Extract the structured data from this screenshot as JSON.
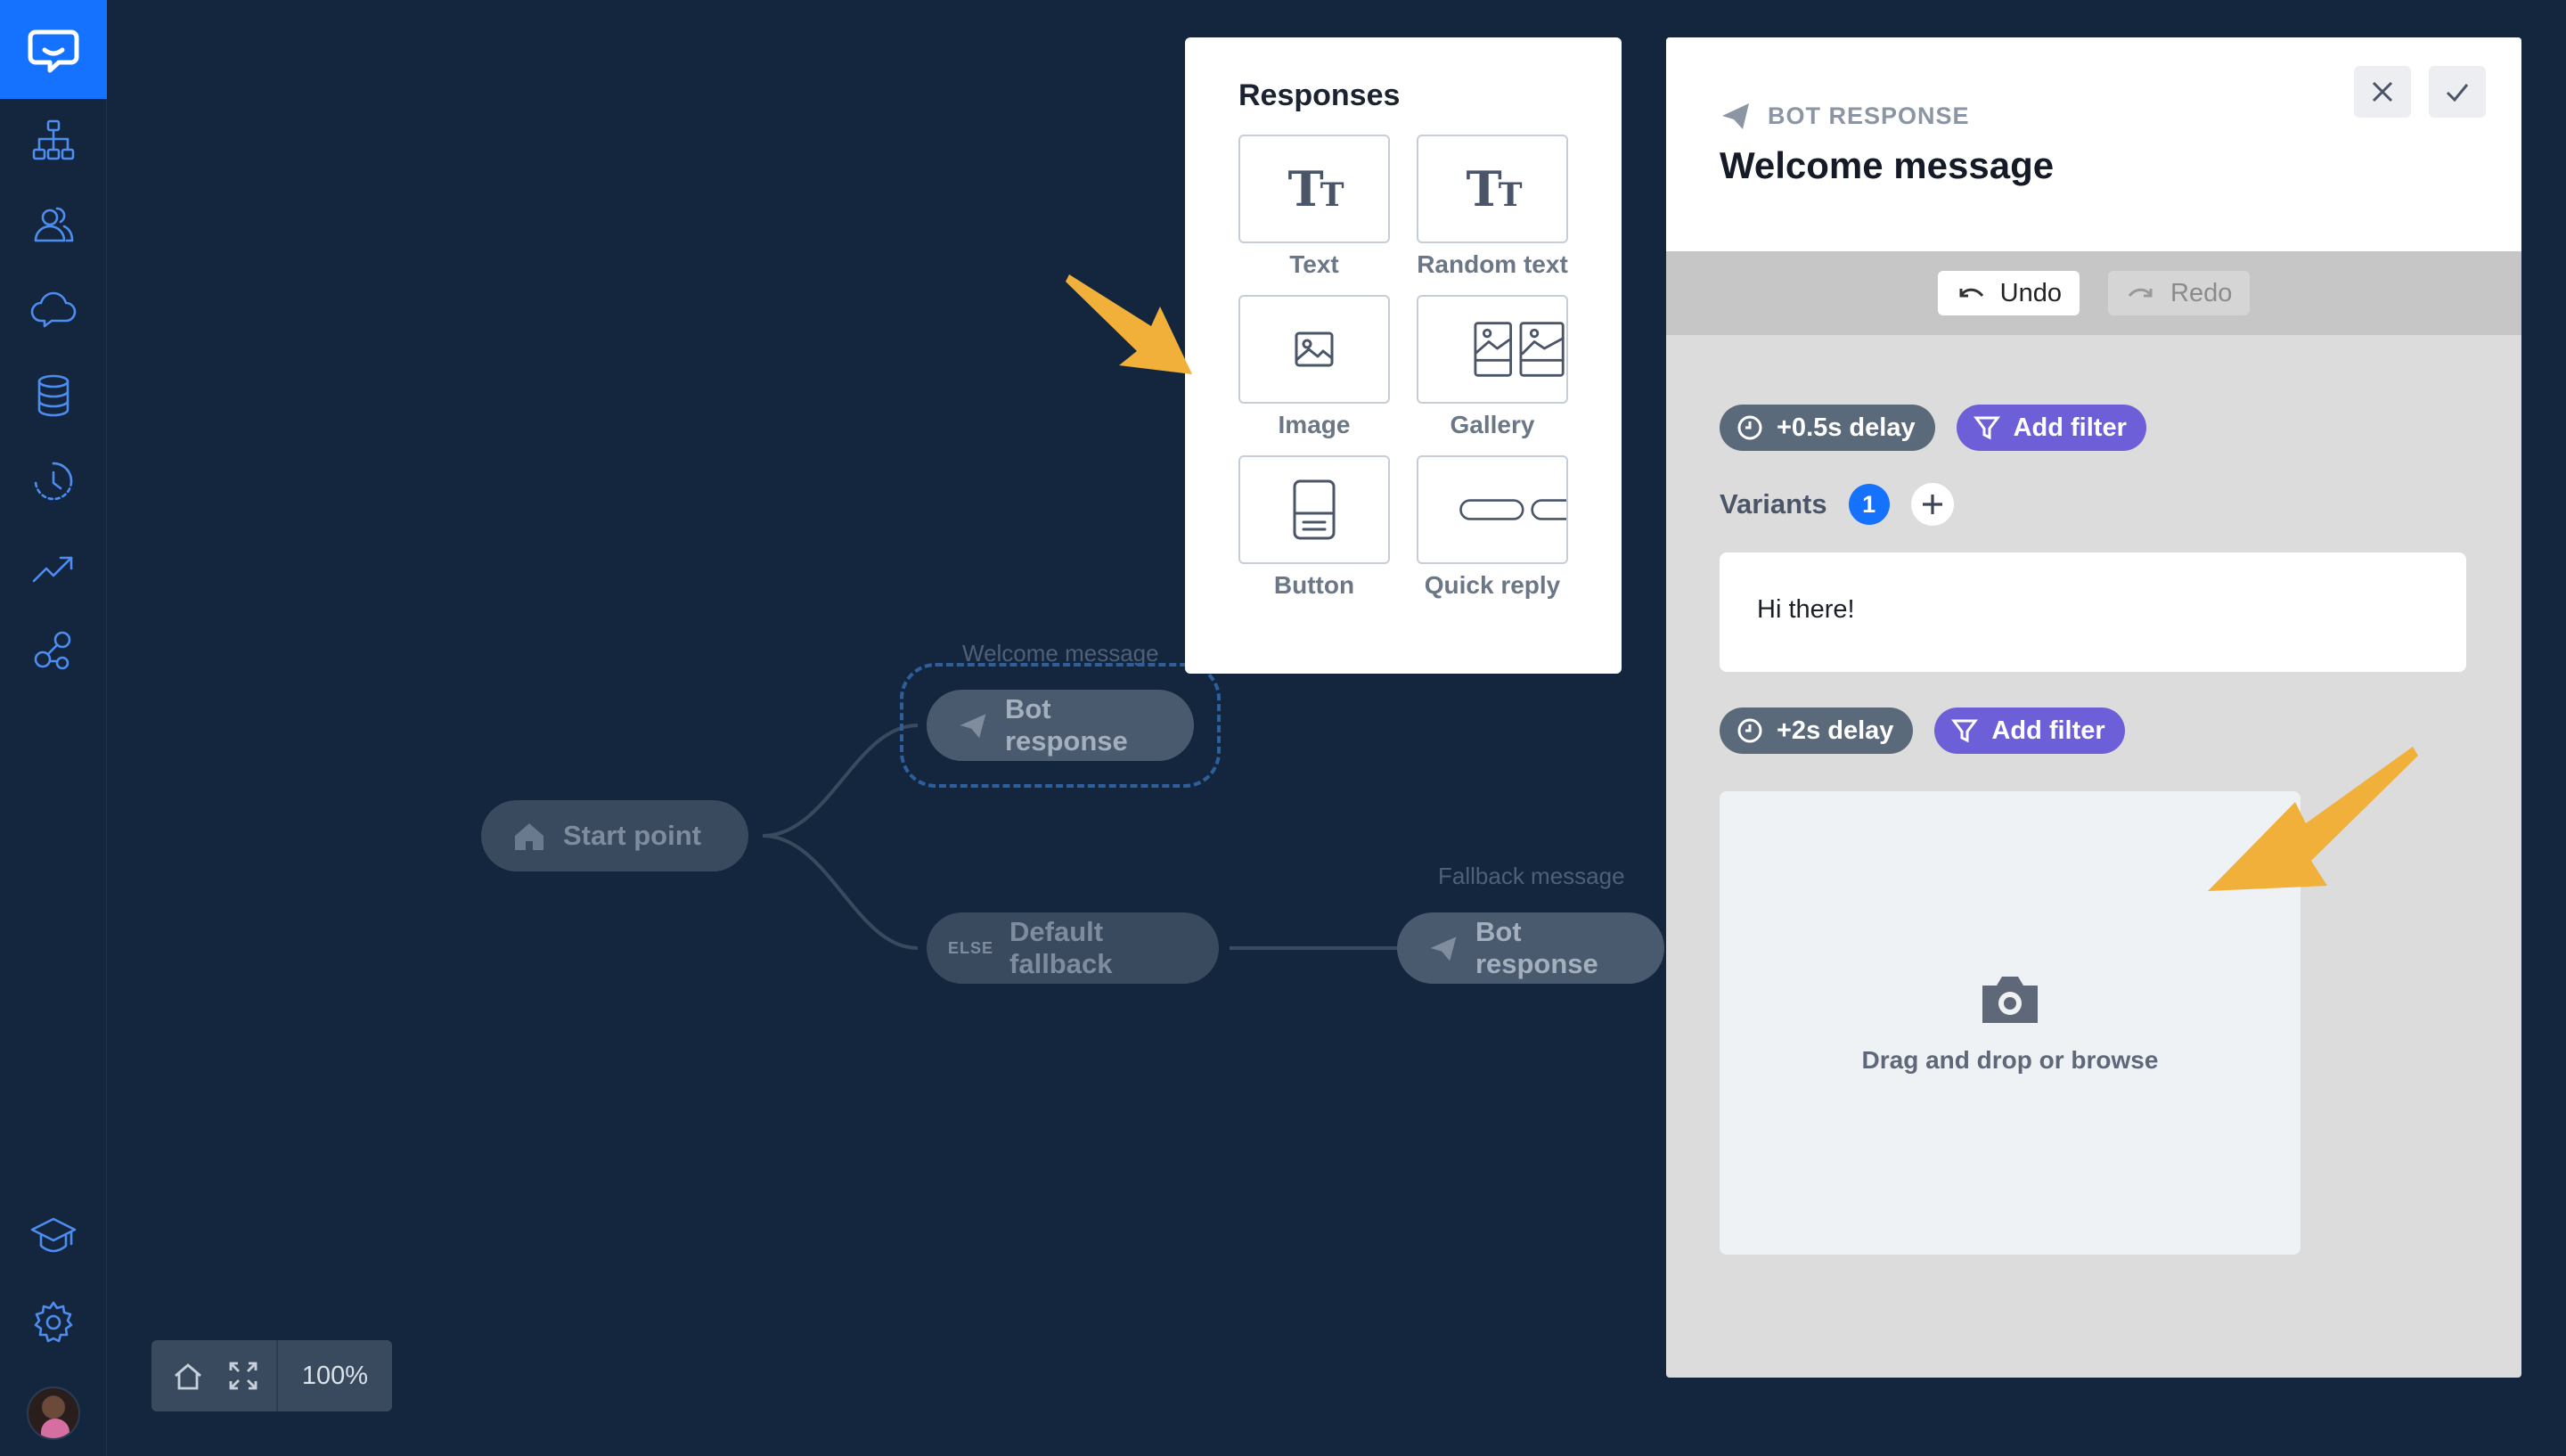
{
  "canvas": {
    "start_point": "Start point",
    "welcome_node_label": "Welcome message",
    "welcome_node": "Bot response",
    "fallback_node": "Default fallback",
    "fallback_tag": "ELSE",
    "fallback_message_label": "Fallback message",
    "fallback_response_node": "Bot response"
  },
  "zoombar": {
    "zoom": "100%"
  },
  "responses": {
    "title": "Responses",
    "items": [
      {
        "label": "Text",
        "icon": "text-icon"
      },
      {
        "label": "Random text",
        "icon": "random-text-icon"
      },
      {
        "label": "Image",
        "icon": "image-icon"
      },
      {
        "label": "Gallery",
        "icon": "gallery-icon"
      },
      {
        "label": "Button",
        "icon": "button-icon"
      },
      {
        "label": "Quick reply",
        "icon": "quick-reply-icon"
      }
    ]
  },
  "panel": {
    "eyebrow": "BOT RESPONSE",
    "title": "Welcome message",
    "undo": "Undo",
    "redo": "Redo",
    "chips1": {
      "delay": "+0.5s delay",
      "filter": "Add filter"
    },
    "variants_label": "Variants",
    "variants_count": "1",
    "message": "Hi there!",
    "chips2": {
      "delay": "+2s delay",
      "filter": "Add filter"
    },
    "drop_text": "Drag and drop or browse"
  },
  "colors": {
    "background": "#13263d",
    "accent": "#1572ff",
    "filter_chip": "#6d5fd8",
    "arrow": "#f0b03a"
  }
}
